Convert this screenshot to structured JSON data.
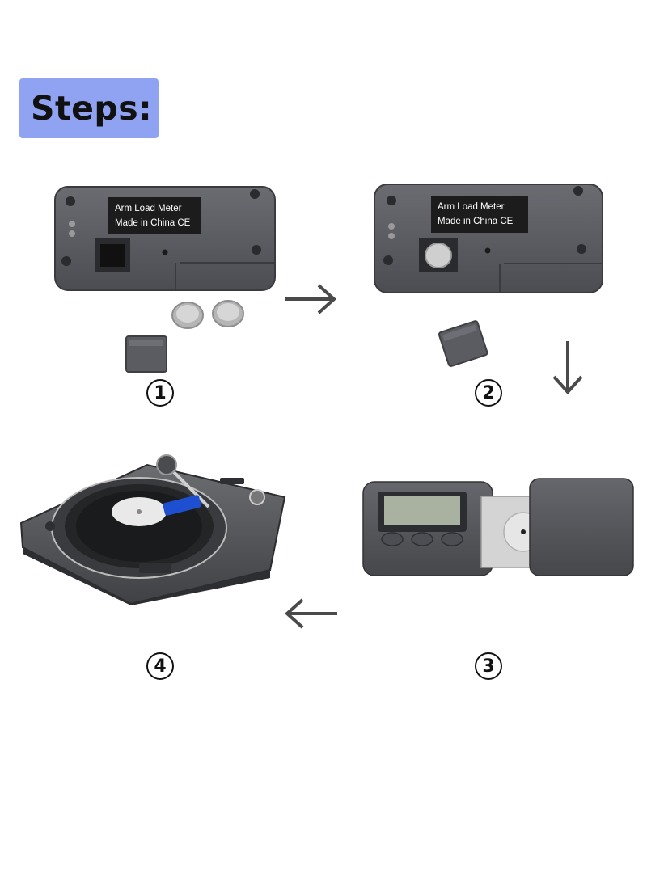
{
  "header": {
    "title": "Steps:"
  },
  "meter_label": {
    "line1": "Arm Load Meter",
    "line2": "Made in China CE"
  },
  "steps": [
    {
      "number": "1"
    },
    {
      "number": "2"
    },
    {
      "number": "3"
    },
    {
      "number": "4"
    }
  ],
  "colors": {
    "title_background": "#8fa3f2",
    "device_body": "#5a5c61",
    "arrow": "#4a4a4a"
  }
}
